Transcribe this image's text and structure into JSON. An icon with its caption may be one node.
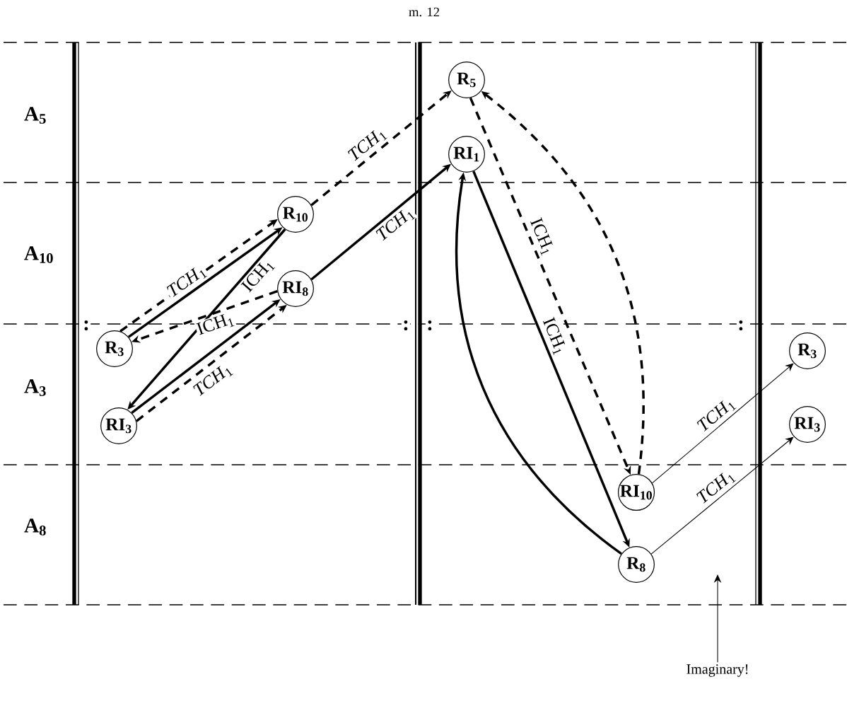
{
  "diagram": {
    "nodes": [
      {
        "text": [
          "R$_{5}$"
        ]
      },
      {
        "text": [
          "RI$_{1}$"
        ]
      },
      {
        "text": [
          "R$_{10}$"
        ]
      },
      {
        "text": [
          "RI$_{8}$"
        ]
      },
      {
        "text": [
          "R$_{3}$"
        ]
      },
      {
        "text": [
          "RI$_{3}$"
        ]
      },
      {
        "text": [
          "RI$_{10}$"
        ]
      },
      {
        "text": [
          "R$_{8}$"
        ]
      },
      {
        "text": [
          "R$_{3}$"
        ]
      },
      {
        "text": [
          "RI$_{3}$"
        ]
      },
      {
        "text": [
          "Imaginary!"
        ]
      }
    ],
    "edges": [
      {
        "from": 4,
        "to": 2,
        "arrow": "to",
        "label": "*TCH*$_{1}$"
      },
      {
        "from": 4,
        "to": 2,
        "arrow": "to",
        "style": "dashed"
      },
      {
        "from": 2,
        "to": 0,
        "arrow": "to",
        "style": "dashed",
        "label": "*TCH*$_{1}$"
      },
      {
        "from": 2,
        "to": 5,
        "arrow": "to",
        "label": "ICH$_{1}$"
      },
      {
        "from": 3,
        "to": 4,
        "arrow": "to",
        "style": "dashed",
        "label": "ICH$_{1}$"
      },
      {
        "from": 5,
        "to": 3,
        "arrow": "to",
        "label": "*TCH*$_{1}$"
      },
      {
        "from": 5,
        "to": 3,
        "arrow": "to",
        "style": "dashed"
      },
      {
        "from": 3,
        "to": 1,
        "arrow": "to",
        "label": "*TCH*$_{1}$"
      },
      {
        "from": 1,
        "to": 7,
        "arrow": "to",
        "label": "ICH$_{1}$"
      },
      {
        "from": 7,
        "to": 1,
        "arrow": "to"
      },
      {
        "from": 0,
        "to": 6,
        "arrow": "to",
        "style": "dashed",
        "label": "ICH$_{1}$"
      },
      {
        "from": 6,
        "to": 0,
        "arrow": "to",
        "style": "dashed"
      },
      {
        "from": 6,
        "to": 8,
        "arrow": "to",
        "label": "*TCH*$_{1}$"
      },
      {
        "from": 7,
        "to": 9,
        "arrow": "to",
        "label": "*TCH*$_{1}$"
      },
      {
        "from": 10,
        "to": null,
        "arrow": "to"
      }
    ],
    "labels": [
      "m. 12",
      "A$_{5}$",
      "A$_{10}$",
      ":",
      ":",
      ":",
      ":",
      "A$_{3}$",
      "A$_{8}$"
    ]
  }
}
